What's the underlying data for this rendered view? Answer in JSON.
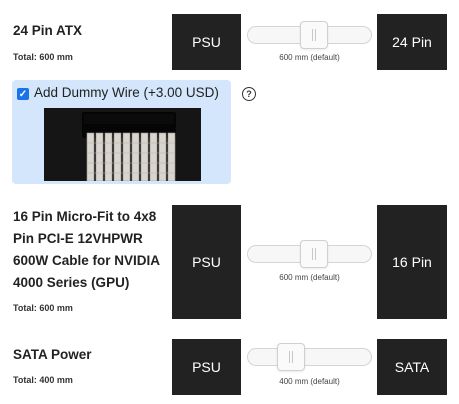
{
  "cables": [
    {
      "title": "24 Pin ATX",
      "total": "Total: 600 mm",
      "left_label": "PSU",
      "right_label": "24 Pin",
      "length_label": "600 mm (default)",
      "slider_value": 0.5
    },
    {
      "title_lines": [
        "16 Pin Micro-Fit to 4x8",
        "Pin PCI-E 12VHPWR",
        "600W Cable for NVIDIA",
        "4000 Series (GPU)"
      ],
      "total": "Total: 600 mm",
      "left_label": "PSU",
      "right_label": "16 Pin",
      "length_label": "600 mm (default)",
      "slider_value": 0.5
    },
    {
      "title": "SATA Power",
      "total": "Total: 400 mm",
      "left_label": "PSU",
      "right_label": "SATA",
      "length_label": "400 mm (default)",
      "slider_value": 0.33
    }
  ],
  "dummy_wire": {
    "label": "Add Dummy Wire (+3.00 USD)",
    "checked": true,
    "help_icon": "?"
  },
  "colors": {
    "box_bg": "#222222",
    "dummy_bg": "#d3e6fb",
    "checkbox": "#1a73e8"
  }
}
